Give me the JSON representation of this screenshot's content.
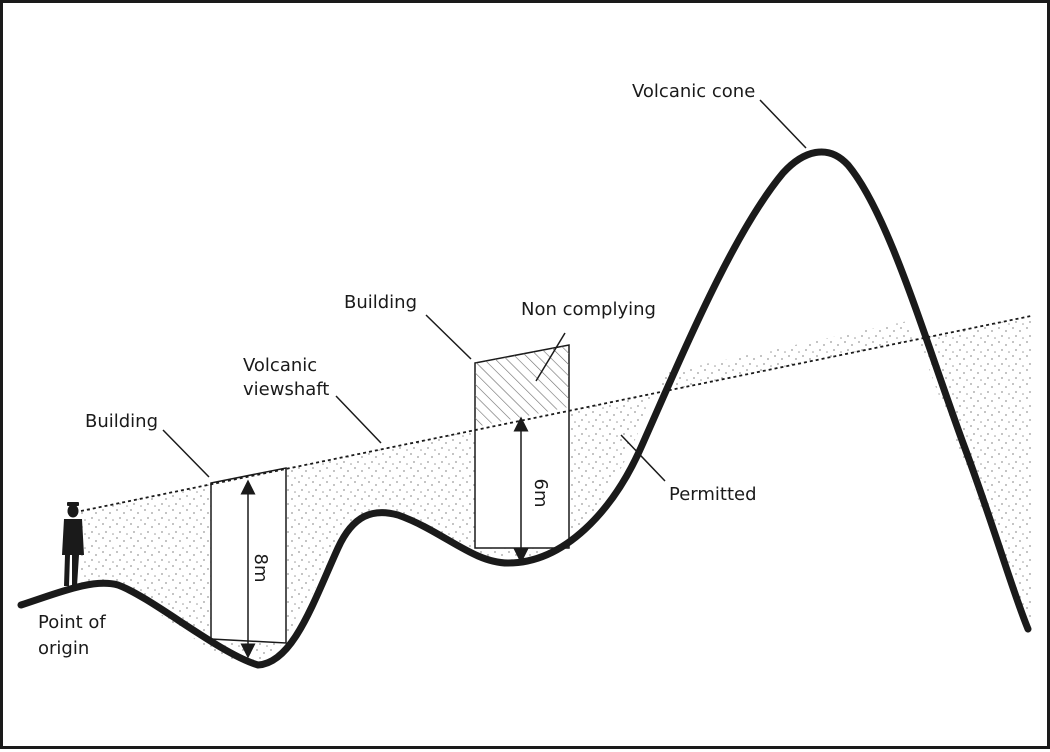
{
  "labels": {
    "volcanic_cone": "Volcanic cone",
    "building_right": "Building",
    "non_complying": "Non complying",
    "volcanic": "Volcanic",
    "viewshaft": "viewshaft",
    "building_left": "Building",
    "permitted": "Permitted",
    "point_of": "Point of",
    "origin": "origin",
    "height_left": "8m",
    "height_right": "6m"
  },
  "colors": {
    "ink": "#1a1a1a",
    "hatch": "#6b6b6b",
    "stipple": "#9a9a9a"
  }
}
